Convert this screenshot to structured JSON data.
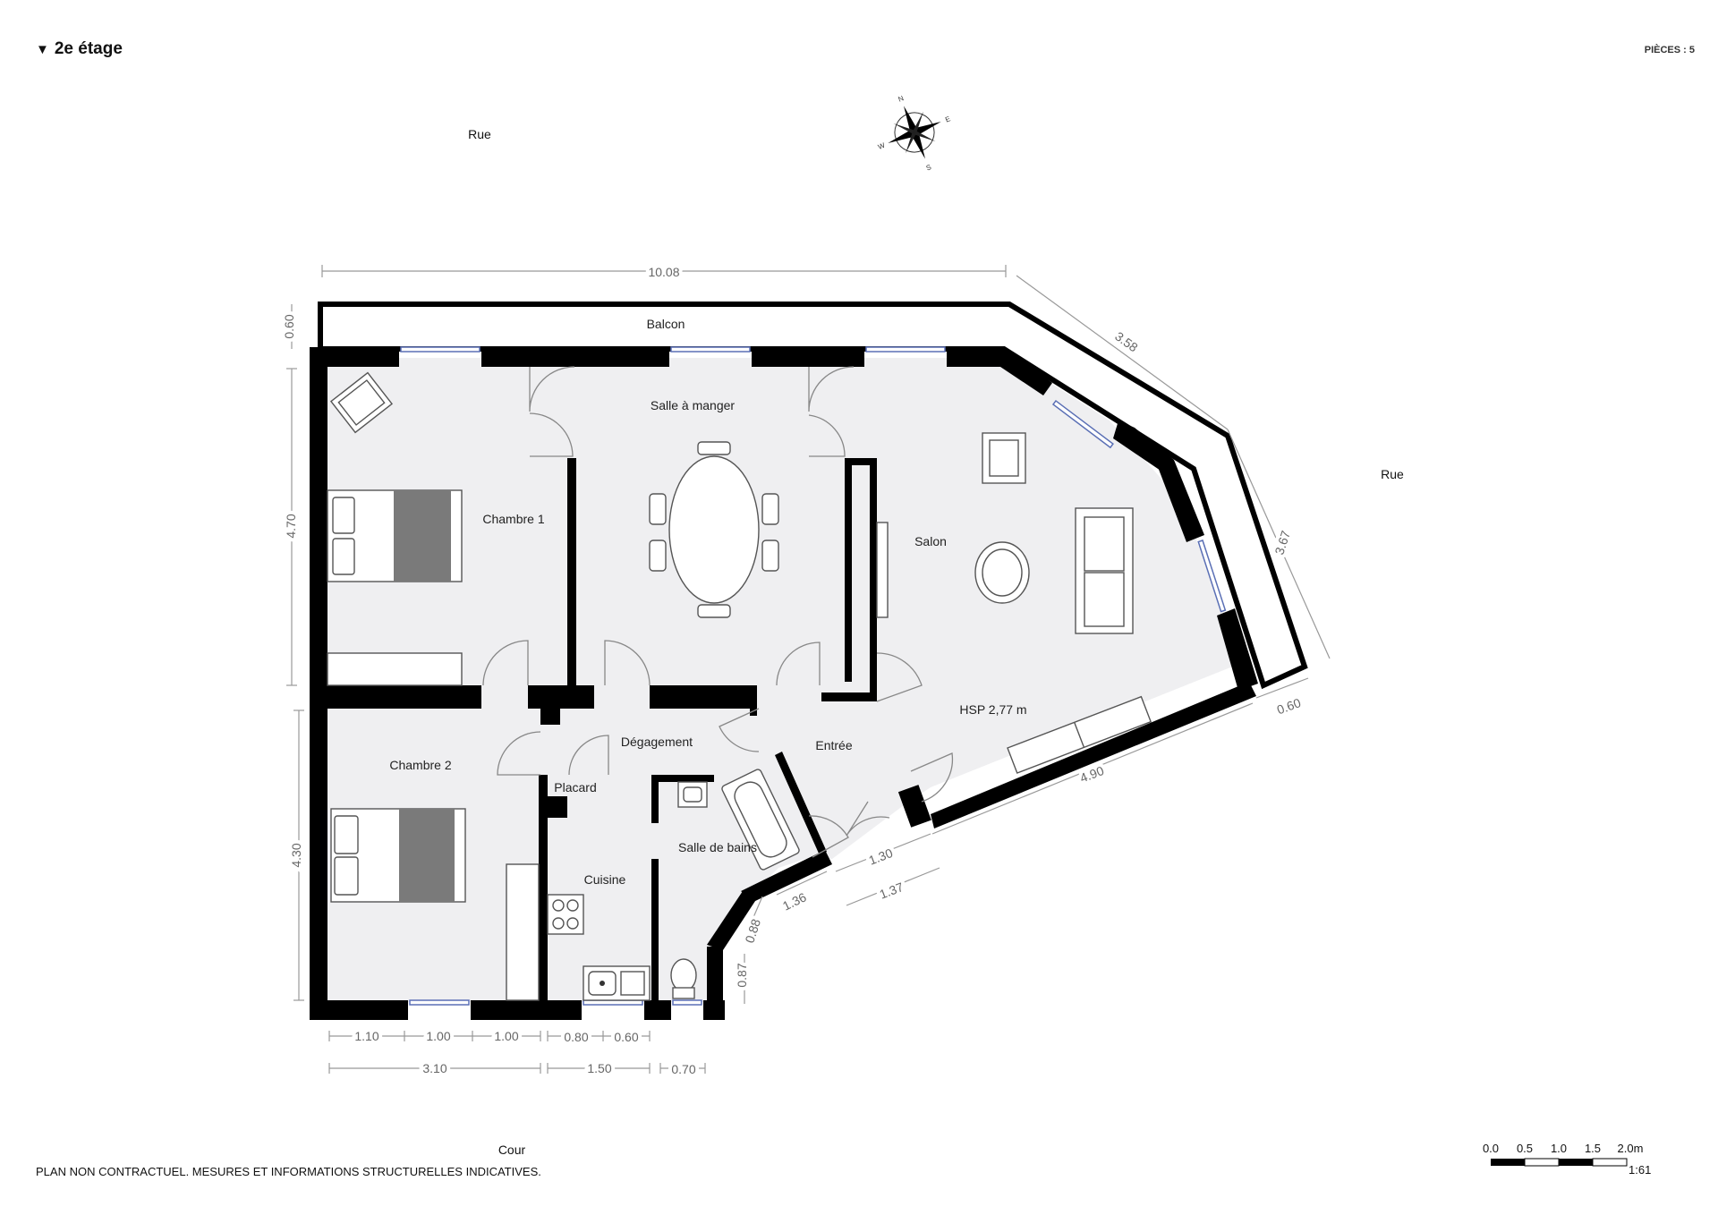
{
  "header": {
    "floor_title": "2e étage",
    "rooms_count": "PIÈCES : 5"
  },
  "streets": {
    "north": "Rue",
    "east": "Rue",
    "south": "Cour"
  },
  "rooms": {
    "balcon": "Balcon",
    "salle_a_manger": "Salle à manger",
    "chambre1": "Chambre 1",
    "salon": "Salon",
    "hsp": "HSP 2,77 m",
    "degagement": "Dégagement",
    "entree": "Entrée",
    "chambre2": "Chambre 2",
    "placard": "Placard",
    "salle_de_bains": "Salle de bains",
    "cuisine": "Cuisine"
  },
  "dimensions": {
    "top_width": "10.08",
    "balcony_depth": "0.60",
    "angled_top": "3.58",
    "angled_right": "3.67",
    "right_small": "0.60",
    "left_top": "4.70",
    "left_bottom": "4.30",
    "bottom_right": "4.90",
    "door_1": "1.30",
    "door_2": "1.37",
    "bath_1": "1.36",
    "bath_2": "0.88",
    "bath_3": "0.87",
    "b_1_10": "1.10",
    "b_1_00a": "1.00",
    "b_1_00b": "1.00",
    "b_0_80": "0.80",
    "b_0_60": "0.60",
    "b_3_10": "3.10",
    "b_1_50": "1.50",
    "b_0_70": "0.70"
  },
  "compass": {
    "n": "N",
    "s": "S",
    "e": "E",
    "w": "W"
  },
  "scale": {
    "ticks": [
      "0.0",
      "0.5",
      "1.0",
      "1.5",
      "2.0m"
    ],
    "ratio": "1:61"
  },
  "disclaimer": "PLAN NON CONTRACTUEL. MESURES ET INFORMATIONS STRUCTURELLES INDICATIVES.",
  "colors": {
    "floor": "#efeff1",
    "wall": "#000000",
    "window": "#5a6fb5",
    "bed_cover": "#7a7a7a"
  }
}
